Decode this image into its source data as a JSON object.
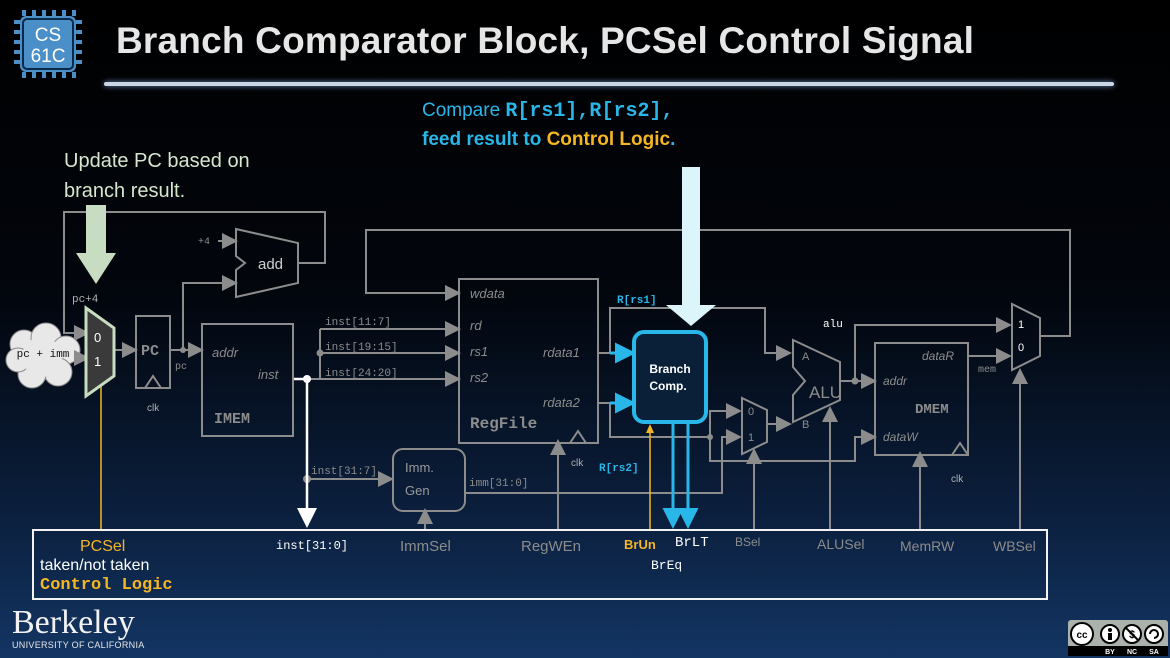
{
  "logo": {
    "line1": "CS",
    "line2": "61C"
  },
  "title": "Branch Comparator Block, PCSel Control Signal",
  "callouts": {
    "compare_prefix": "Compare ",
    "compare_regs": "R[rs1],R[rs2],",
    "feed_prefix": "feed result to ",
    "feed_target": "Control Logic",
    "feed_suffix": ".",
    "update_pc": "Update PC based on branch result."
  },
  "datapath": {
    "pc_imm": "pc + imm",
    "pc_plus4": "pc+4",
    "mux_pc_0": "0",
    "mux_pc_1": "1",
    "pc_block": "PC",
    "pc_out": "pc",
    "clk": "clk",
    "plus4": "+4",
    "add": "add",
    "imem_addr": "addr",
    "imem_inst": "inst",
    "imem": "IMEM",
    "inst_11_7": "inst[11:7]",
    "inst_19_15": "inst[19:15]",
    "inst_24_20": "inst[24:20]",
    "inst_31_7": "inst[31:7]",
    "imm_gen_1": "Imm.",
    "imm_gen_2": "Gen",
    "imm_31_0": "imm[31:0]",
    "rf_wdata": "wdata",
    "rf_rd": "rd",
    "rf_rs1": "rs1",
    "rf_rs2": "rs2",
    "rf_rdata1": "rdata1",
    "rf_rdata2": "rdata2",
    "regfile": "RegFile",
    "r_rs1": "R[rs1]",
    "r_rs2": "R[rs2]",
    "branch_1": "Branch",
    "branch_2": "Comp.",
    "bmux_0": "0",
    "bmux_1": "1",
    "alu_a": "A",
    "alu_b": "B",
    "alu": "ALU",
    "alu_out": "alu",
    "dmem_datar": "dataR",
    "dmem_addr": "addr",
    "dmem": "DMEM",
    "dmem_dataw": "dataW",
    "mem": "mem",
    "wbmux_1": "1",
    "wbmux_0": "0"
  },
  "control": {
    "pcsel": "PCSel",
    "taken": "taken/not taken",
    "control_logic": "Control Logic",
    "inst_31_0": "inst[31:0]",
    "immsel": "ImmSel",
    "regwen": "RegWEn",
    "brun": "BrUn",
    "brlt": "BrLT",
    "breq": "BrEq",
    "bsel": "BSel",
    "alusel": "ALUSel",
    "memrw": "MemRW",
    "wbsel": "WBSel"
  },
  "footer": {
    "berkeley": "Berkeley",
    "berkeley_sub": "UNIVERSITY OF CALIFORNIA",
    "cc": "cc",
    "cc_by": "BY",
    "cc_nc": "NC",
    "cc_sa": "SA"
  },
  "colors": {
    "accent_blue": "#29b6e8",
    "control_orange": "#f5b623",
    "wire_gray": "#8c8c8c",
    "highlight_green": "#d6e6cf"
  }
}
